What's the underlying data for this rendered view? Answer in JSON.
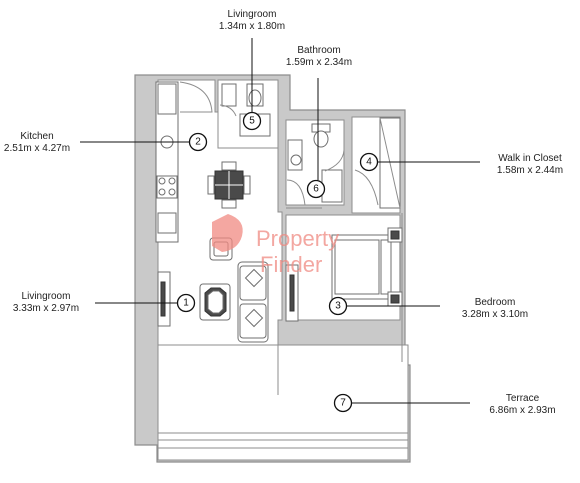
{
  "rooms": {
    "living_top": {
      "name": "Livingroom",
      "size": "1.34m x 1.80m"
    },
    "bathroom": {
      "name": "Bathroom",
      "size": "1.59m x 2.34m"
    },
    "kitchen": {
      "name": "Kitchen",
      "size": "2.51m x 4.27m"
    },
    "walk_in_closet": {
      "name": "Walk in Closet",
      "size": "1.58m x 2.44m"
    },
    "living_main": {
      "name": "Livingroom",
      "size": "3.33m x 2.97m"
    },
    "bedroom": {
      "name": "Bedroom",
      "size": "3.28m x 3.10m"
    },
    "terrace": {
      "name": "Terrace",
      "size": "6.86m x 2.93m"
    }
  },
  "markers": [
    "1",
    "2",
    "3",
    "4",
    "5",
    "6",
    "7"
  ],
  "watermark": {
    "line1": "Property",
    "line2": "Finder"
  },
  "colors": {
    "wall": "#c9c9c9",
    "outline": "#8d8d8d",
    "leader": "#111111",
    "watermark": "#f08a82"
  }
}
